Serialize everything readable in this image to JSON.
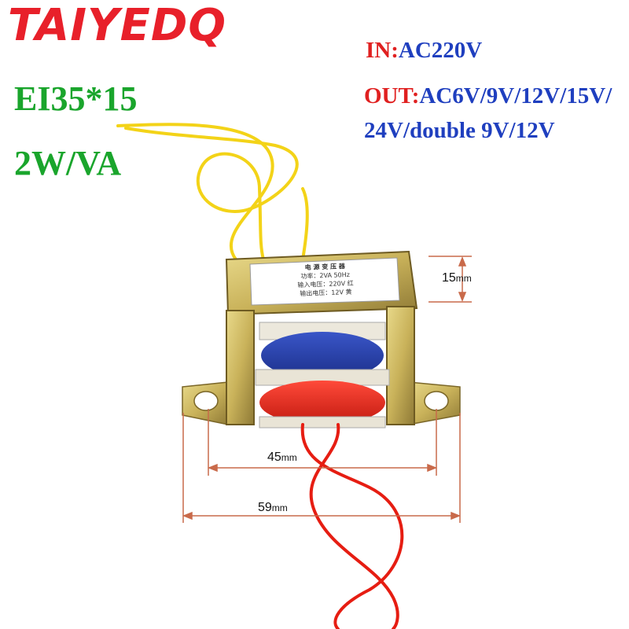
{
  "brand": "TAIYEDQ",
  "model": "EI35*15",
  "power": "2W/VA",
  "input": {
    "label": "IN:",
    "value": "AC220V"
  },
  "output": {
    "label": "OUT:",
    "line1": "AC6V/9V/12V/15V/",
    "line2": "24V/double 9V/12V"
  },
  "dimensions": {
    "height": "15",
    "inner_width": "45",
    "outer_width": "59",
    "unit": "mm"
  },
  "product_label": {
    "line1": "电 源 变 压 器",
    "line2": "功率：2VA 50Hz",
    "line3": "输入电压：220V 红",
    "line4": "输出电压：12V 黄"
  },
  "colors": {
    "brand": "#e8202a",
    "spec": "#1aa52c",
    "text_blue": "#1f3fbf",
    "label_red": "#e02020",
    "dimension_line": "#c96a4a"
  }
}
